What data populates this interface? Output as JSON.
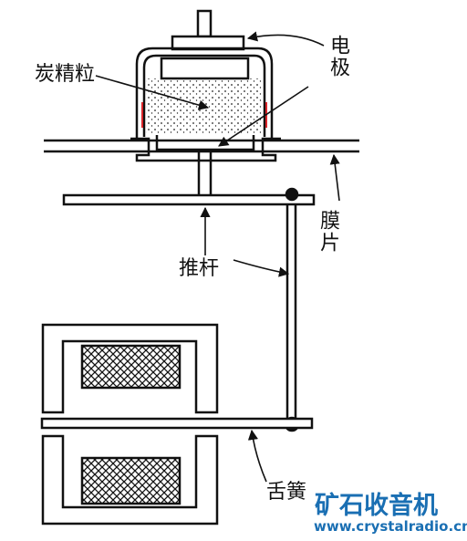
{
  "labels": {
    "carbon_granules": "炭精粒",
    "electrode": "电极",
    "diaphragm": "膜片",
    "push_rod": "推杆",
    "reed": "舌簧"
  },
  "watermark": {
    "cn": "矿石收音机",
    "url": "www.crystalradio.cn"
  },
  "colors": {
    "ink": "#111111",
    "watermark": "#1a6fb3",
    "accent": "#d9252a"
  }
}
